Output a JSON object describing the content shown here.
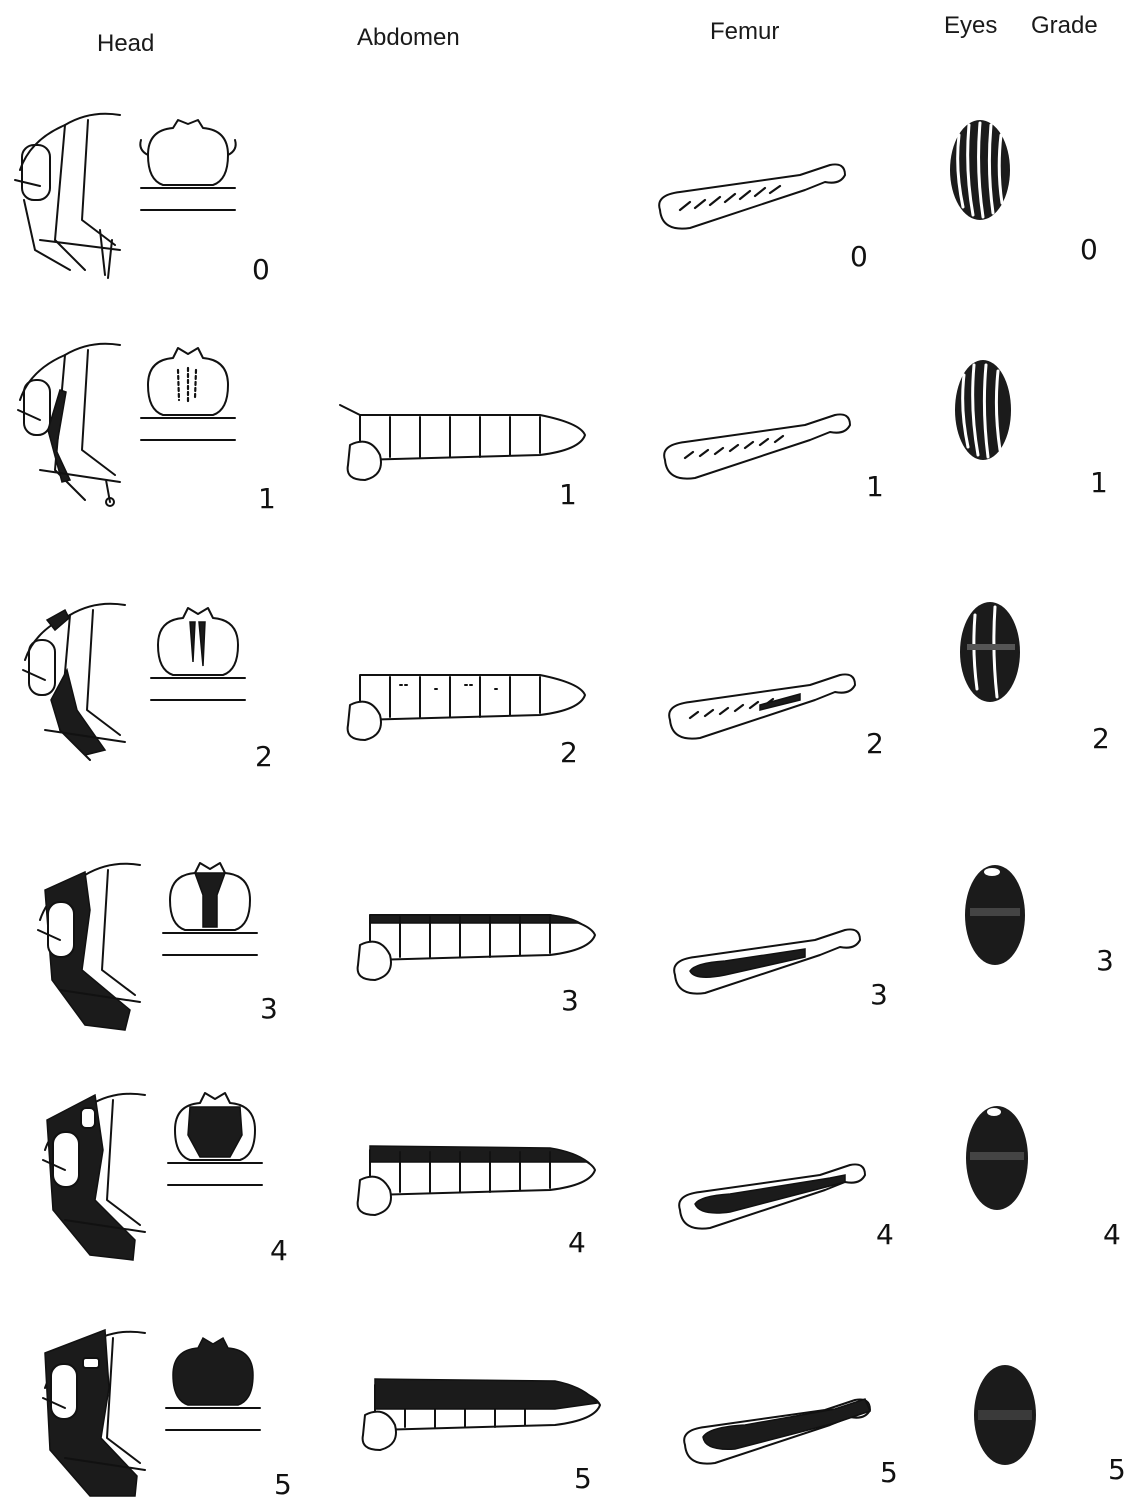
{
  "headers": {
    "head": "Head",
    "abdomen": "Abdomen",
    "femur": "Femur",
    "eyes": "Eyes",
    "grade": "Grade"
  },
  "rows": [
    {
      "head_grade": "0",
      "abdomen_grade": "",
      "femur_grade": "0",
      "eye_grade": "0"
    },
    {
      "head_grade": "1",
      "abdomen_grade": "1",
      "femur_grade": "1",
      "eye_grade": "1"
    },
    {
      "head_grade": "2",
      "abdomen_grade": "2",
      "femur_grade": "2",
      "eye_grade": "2"
    },
    {
      "head_grade": "3",
      "abdomen_grade": "3",
      "femur_grade": "3",
      "eye_grade": "3"
    },
    {
      "head_grade": "4",
      "abdomen_grade": "4",
      "femur_grade": "4",
      "eye_grade": "4"
    },
    {
      "head_grade": "5",
      "abdomen_grade": "5",
      "femur_grade": "5",
      "eye_grade": "5"
    }
  ]
}
